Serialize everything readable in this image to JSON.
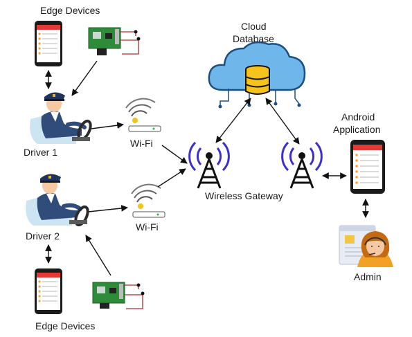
{
  "labels": {
    "edge_devices_top": "Edge Devices",
    "edge_devices_bottom": "Edge Devices",
    "cloud_line1": "Cloud",
    "cloud_line2": "Database",
    "driver1": "Driver 1",
    "driver2": "Driver 2",
    "wifi1": "Wi-Fi",
    "wifi2": "Wi-Fi",
    "wireless_gateway": "Wireless Gateway",
    "android_line1": "Android",
    "android_line2": "Application",
    "admin": "Admin"
  },
  "colors": {
    "phone_accent": "#e53935",
    "cloud_fill": "#6fb6ea",
    "cloud_stroke": "#1e4f82",
    "database_fill": "#f6c21c",
    "signal_wave": "#3b2fcf",
    "tower": "#111111",
    "circuit_board": "#2e8b3a",
    "driver_uniform": "#2f4c7a",
    "admin_hair": "#c46a12"
  },
  "icons": [
    "smartphone-icon",
    "circuit-board-icon",
    "driver-icon",
    "wifi-router-icon",
    "cloud-database-icon",
    "cell-tower-icon",
    "admin-icon"
  ]
}
